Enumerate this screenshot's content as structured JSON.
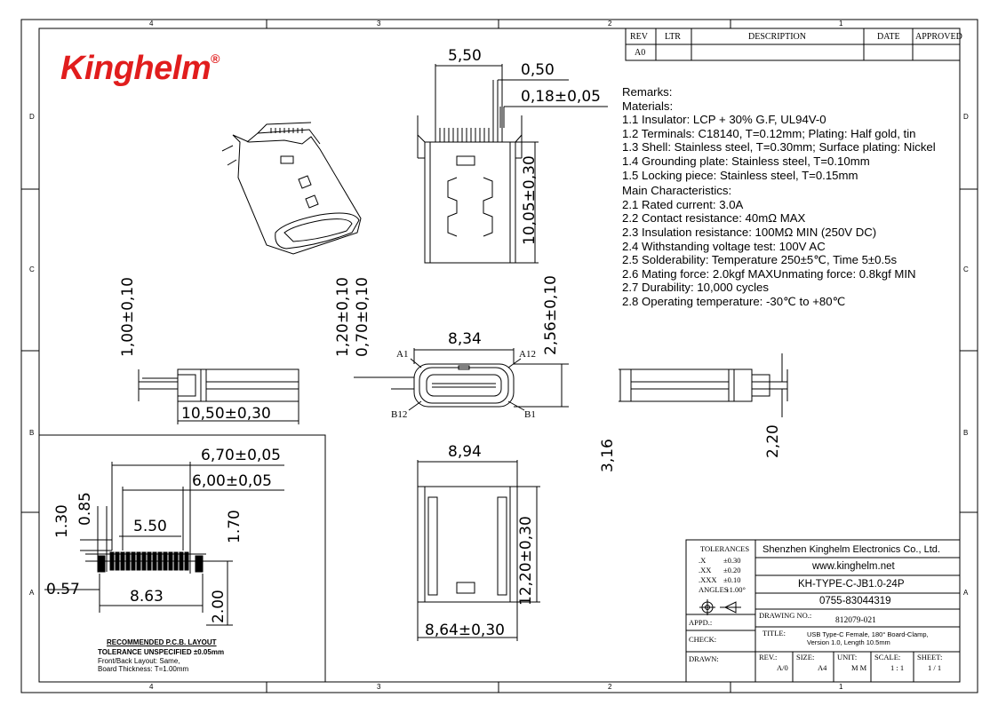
{
  "logo": {
    "text": "Kinghelm",
    "mark": "®",
    "color": "#e11d1d"
  },
  "border_zones": {
    "columns": [
      "4",
      "3",
      "2",
      "1"
    ],
    "rows": [
      "D",
      "C",
      "B",
      "A"
    ]
  },
  "revision_table": {
    "headers": [
      "REV",
      "LTR",
      "DESCRIPTION",
      "DATE",
      "APPROVED"
    ],
    "rows": [
      [
        "A0",
        "",
        "",
        "",
        ""
      ]
    ]
  },
  "remarks": {
    "lines": [
      "Remarks:",
      "Materials:",
      "1.1 Insulator: LCP + 30% G.F, UL94V-0",
      "1.2 Terminals: C18140, T=0.12mm; Plating: Half gold, tin",
      "1.3 Shell: Stainless steel, T=0.30mm; Surface plating: Nickel",
      "1.4 Grounding plate: Stainless steel, T=0.10mm",
      "1.5 Locking piece: Stainless steel, T=0.15mm",
      "Main Characteristics:",
      "2.1 Rated current: 3.0A",
      "2.2 Contact resistance: 40mΩ MAX",
      "2.3 Insulation resistance: 100MΩ MIN (250V DC)",
      "2.4 Withstanding voltage test: 100V AC",
      "2.5 Solderability: Temperature 250±5℃, Time 5±0.5s",
      "2.6 Mating force: 2.0kgf MAXUnmating force: 0.8kgf MIN",
      "2.7 Durability: 10,000 cycles",
      "2.8 Operating temperature: -30℃ to +80℃"
    ]
  },
  "dimensions": {
    "top_width": "5,50",
    "pitch": "0,50",
    "pin_width": "0,18±0,05",
    "top_height": "10,05±0,30",
    "side_left_height": "1,00±0,10",
    "side_left_length": "10,50±0,30",
    "front_h1": "1,20±0,10",
    "front_h2": "0,70±0,10",
    "front_width": "8,34",
    "front_height": "2,56±0,10",
    "pin_a1": "A1",
    "pin_a12": "A12",
    "pin_b12": "B12",
    "pin_b1": "B1",
    "bottom_width": "8,94",
    "bottom_height": "12,20±0,30",
    "bottom_width2": "8,64±0,30",
    "right_h1": "3,16",
    "right_h2": "2,20"
  },
  "pcb_layout": {
    "w1": "6,70±0,05",
    "w2": "6,00±0,05",
    "h1": "1.30",
    "h2": "0.85",
    "w3": "5.50",
    "h3": "1.70",
    "w4": "0.57",
    "w5": "8.63",
    "h4": "2.00",
    "notes": [
      "RECOMMENDED   P.C.B.  LAYOUT",
      "TOLERANCE  UNSPECIFIED  ±0.05mm",
      "Front/Back Layout: Same,",
      "Board Thickness: T=1.00mm"
    ]
  },
  "title_block": {
    "tolerances": {
      "header": "TOLERANCES",
      "rows": [
        [
          ".X",
          "±0.30"
        ],
        [
          ".XX",
          "±0.20"
        ],
        [
          ".XXX",
          "±0.10"
        ],
        [
          "ANGLES",
          "±1.00°"
        ]
      ]
    },
    "company": "Shenzhen Kinghelm Electronics Co., Ltd.",
    "website": "www.kinghelm.net",
    "part_number": "KH-TYPE-C-JB1.0-24P",
    "phone": "0755-83044319",
    "drawing_no_label": "DRAWING NO.:",
    "drawing_no": "812079-021",
    "appd_label": "APPD.:",
    "title_label": "TITLE:",
    "title_lines": [
      "USB Type-C Female, 180° Board-Clamp,",
      "Version 1.0, Length 10.5mm"
    ],
    "check_label": "CHECK:",
    "drawn_label": "DRAWN:",
    "rev_label": "REV.:",
    "rev": "A/0",
    "size_label": "SIZE:",
    "size": "A4",
    "unit_label": "UNIT:",
    "unit": "M M",
    "scale_label": "SCALE:",
    "scale": "1 : 1",
    "sheet_label": "SHEET:",
    "sheet": "1 / 1"
  }
}
